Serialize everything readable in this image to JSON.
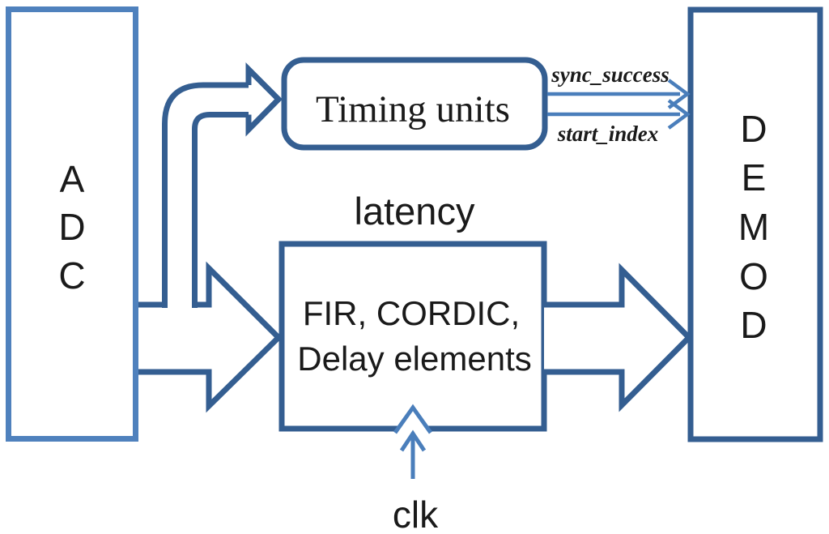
{
  "figure": {
    "colors": {
      "box_dark_blue": "#345E91",
      "box_light_blue": "#4F81BD",
      "signal_blue": "#4A7EBB",
      "text_black": "#1a1a1a",
      "background": "#ffffff"
    },
    "adc": {
      "name": "ADC",
      "letters": [
        "A",
        "D",
        "C"
      ]
    },
    "timing": {
      "label": "Timing units"
    },
    "fir": {
      "caption": "latency",
      "line1": "FIR, CORDIC,",
      "line2": "Delay elements"
    },
    "demod": {
      "name": "DEMOD",
      "letters": [
        "D",
        "E",
        "M",
        "O",
        "D"
      ]
    },
    "signals": {
      "sync_success": "sync_success",
      "start_index": "start_index",
      "clk": "clk"
    }
  }
}
